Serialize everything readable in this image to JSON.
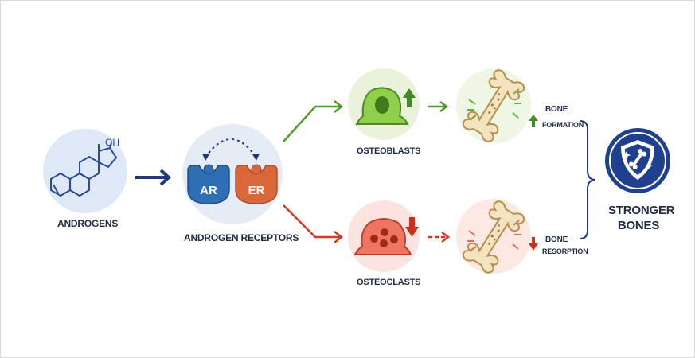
{
  "androgens": {
    "label": "ANDROGENS",
    "oh_label": "OH"
  },
  "receptors": {
    "label": "ANDROGEN RECEPTORS",
    "ar": "AR",
    "er": "ER"
  },
  "osteoblasts": {
    "label": "OSTEOBLASTS"
  },
  "osteoclasts": {
    "label": "OSTEOCLASTS"
  },
  "bone_formation": {
    "line1": "BONE",
    "line2": "FORMATION"
  },
  "bone_resorption": {
    "line1": "BONE",
    "line2": "RESORPTION"
  },
  "outcome": {
    "line1": "STRONGER",
    "line2": "BONES"
  },
  "colors": {
    "navy": "#1f3a7a",
    "green": "#4f9a2c",
    "red": "#d13a25",
    "ar_blue": "#2f6db5",
    "er_orange": "#d9673a",
    "light_blue": "#dfe8f7",
    "light_green": "#e9f3dc",
    "light_red": "#fbe4df"
  },
  "icons": {
    "androgens": "steroid-molecule-icon",
    "osteoblast": "osteoblast-cell-icon",
    "osteoclast": "osteoclast-cell-icon",
    "bone": "bone-icon",
    "shield": "shield-bone-icon"
  }
}
